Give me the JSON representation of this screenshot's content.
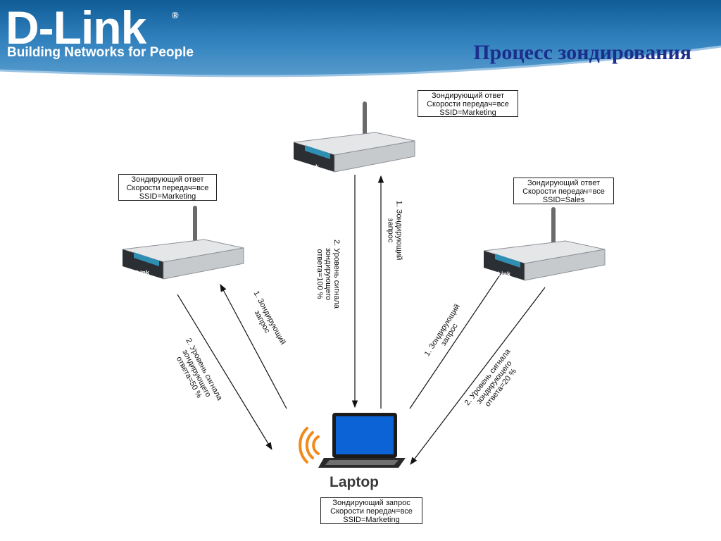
{
  "header": {
    "logo": "D-Link",
    "registered": "®",
    "tagline": "Building Networks for People",
    "title": "Процесс зондирования"
  },
  "router_brand": "D-Link",
  "ap_top": {
    "info": [
      "Зондирующий ответ",
      "Скорости передач=все",
      "SSID=Marketing"
    ],
    "request_label": [
      "1. Зондирующий",
      "запрос"
    ],
    "response_label": [
      "2. Уровень сигнала",
      "зондирующего",
      "ответа=100 %"
    ]
  },
  "ap_left": {
    "info": [
      "Зондирующий ответ",
      "Скорости передач=все",
      "SSID=Marketing"
    ],
    "request_label": [
      "1. Зондирующий",
      "запрос"
    ],
    "response_label": [
      "2. Уровень сигнала",
      "зондирующего",
      "ответа=50 %"
    ]
  },
  "ap_right": {
    "info": [
      "Зондирующий ответ",
      "Скорости передач=все",
      "SSID=Sales"
    ],
    "request_label": [
      "1. Зондирующий",
      "запрос"
    ],
    "response_label": [
      "2. Уровень сигнала",
      "зондирующего",
      "ответа=20 %"
    ]
  },
  "laptop": {
    "label": "Laptop",
    "info": [
      "Зондирующий запрос",
      "Скорости передач=все",
      "SSID=Marketing"
    ]
  }
}
